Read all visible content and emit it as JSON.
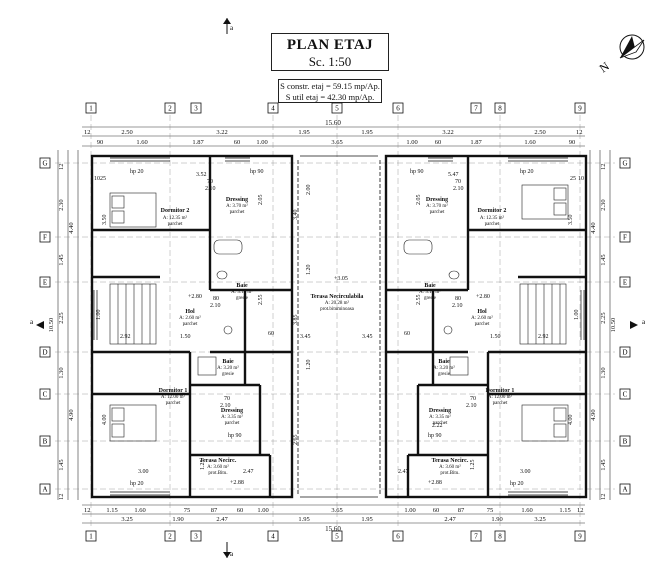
{
  "title": "PLAN ETAJ",
  "scale": "Sc. 1:50",
  "areas": {
    "constr": "S constr. etaj = 59.15 mp/Ap.",
    "util": "S util etaj = 42.30 mp/Ap."
  },
  "total_width": "15.60",
  "axis_cols": [
    "1",
    "2",
    "3",
    "4",
    "5",
    "6",
    "7",
    "8",
    "9"
  ],
  "axis_rows": [
    "G",
    "F",
    "E",
    "D",
    "C",
    "B",
    "A"
  ],
  "top_dims": [
    "12",
    "2.50",
    "3.22",
    "1.95",
    "1.95",
    "3.22",
    "2.50",
    "12"
  ],
  "top_dims2": [
    "90",
    "1.60",
    "1.87",
    "60",
    "1.00",
    "3.65",
    "1.00",
    "60",
    "1.87",
    "1.60",
    "90"
  ],
  "bottom_dims": [
    "12",
    "1.15",
    "1.60",
    "75",
    "87",
    "60",
    "1.00",
    "3.65",
    "1.00",
    "60",
    "87",
    "75",
    "1.60",
    "1.15",
    "12"
  ],
  "bottom_dims2": [
    "3.25",
    "1.90",
    "2.47",
    "1.95",
    "1.95",
    "2.47",
    "1.90",
    "3.25"
  ],
  "left_dims": [
    "12",
    "2.30",
    "4.40",
    "1.45",
    "2.25",
    "10.50",
    "1.30",
    "4.90",
    "1.45",
    "12"
  ],
  "right_dims": [
    "12",
    "2.30",
    "4.40",
    "1.45",
    "2.25",
    "10.50",
    "1.30",
    "4.90",
    "1.45",
    "12"
  ],
  "rooms": {
    "dormitor2": {
      "name": "Dormitor 2",
      "area": "A: 12.35 m²",
      "floor": "parchet"
    },
    "dressing_top": {
      "name": "Dressing",
      "area": "A: 3.70 m²",
      "floor": "parchet"
    },
    "baie_top": {
      "name": "Baie",
      "area": "A: 3.18 m²",
      "floor": "gresie"
    },
    "hol": {
      "name": "Hol",
      "area": "A: 2.60 m²",
      "floor": "parchet"
    },
    "baie_mid": {
      "name": "Baie",
      "area": "A: 3.20 m²",
      "floor": "gresie"
    },
    "dormitor1": {
      "name": "Dormitor 1",
      "area": "A: 12.00 m²",
      "floor": "parchet"
    },
    "dressing_bot": {
      "name": "Dressing",
      "area": "A: 3.35 m²",
      "floor": "parchet"
    },
    "terasa_small": {
      "name": "Terasa Necirc.",
      "area": "A: 3.60 m²",
      "floor": "prot.Bitu."
    },
    "terasa_center": {
      "name": "Terasa Necirculabila",
      "area": "A: 20.28 m²",
      "floor": "prot.bituminoasa"
    }
  },
  "levels": {
    "center": "+3.05",
    "hol": "+2.80",
    "terasa": "+2.88"
  },
  "misc": {
    "hp20": "hp 20",
    "hp90": "hp 90",
    "w70": "70",
    "w80": "80",
    "h210": "2.10",
    "d352": "3.52",
    "d547": "5.47",
    "d292": "2.92",
    "d150": "1.50",
    "d345": "3.45",
    "d340": "3.40",
    "d385": "3.85",
    "d265": "2.65",
    "d120": "1.20",
    "d222": "2.22",
    "d300": "3.00",
    "d247": "2.47",
    "d200": "2.00",
    "d350": "3.50",
    "d400": "4.00",
    "d205": "2.05",
    "d255": "2.55",
    "d100": "1.00",
    "d60": "60",
    "d25": "25",
    "d10": "10",
    "d125": "1.25"
  },
  "section_mark": "a",
  "north": "N"
}
